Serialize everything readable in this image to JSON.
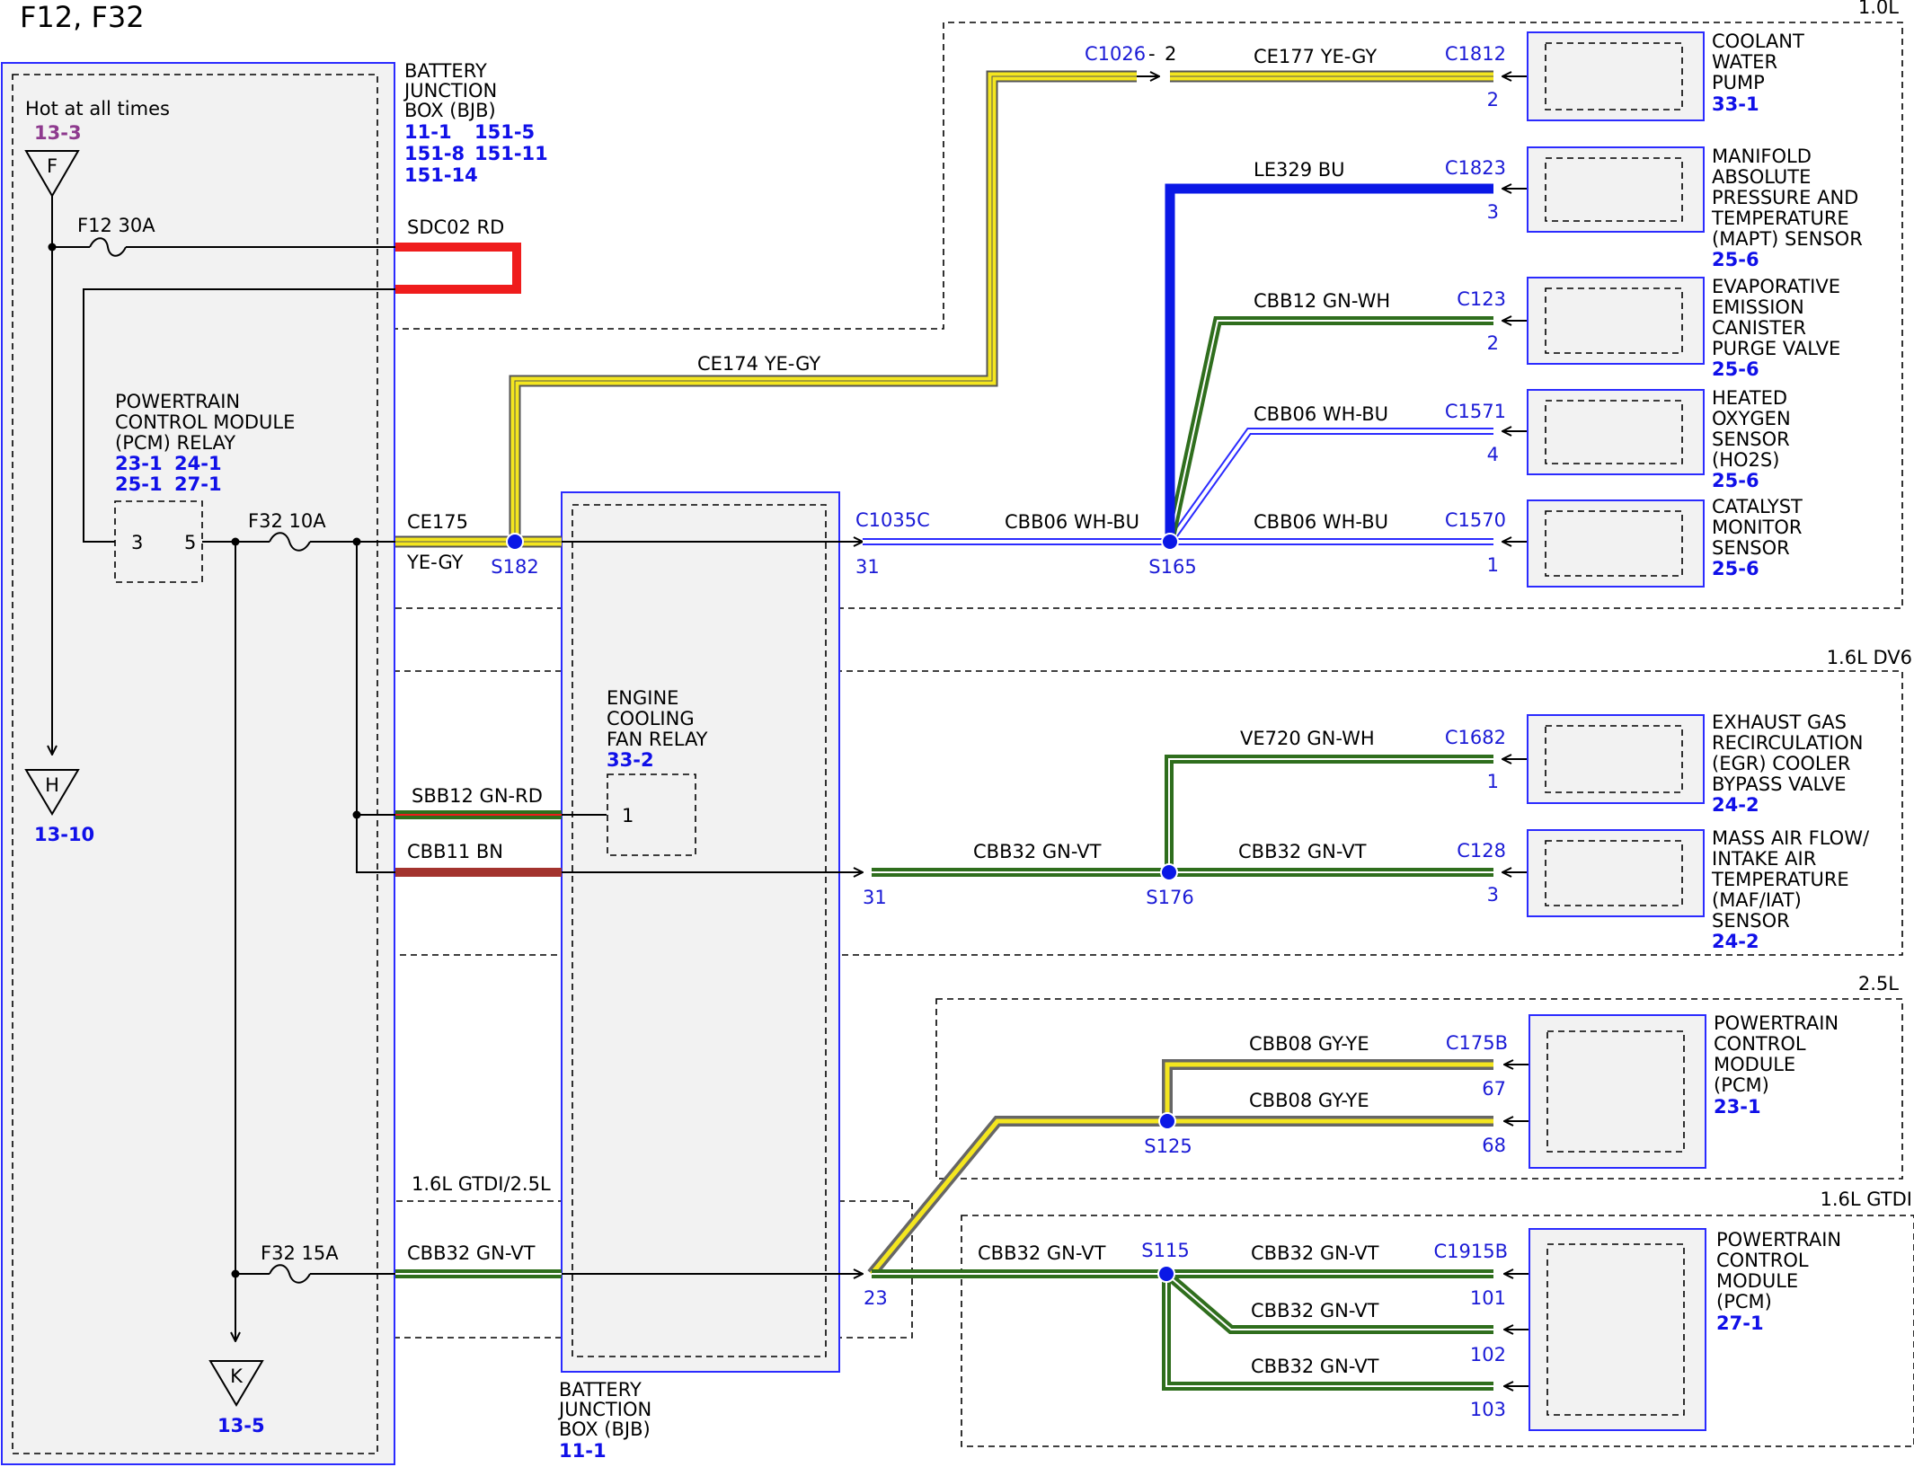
{
  "page_title": "F12, F32",
  "variants": {
    "v10": "1.0L",
    "v16dv6": "1.6L DV6",
    "v25": "2.5L",
    "v16gtdi": "1.6L GTDI",
    "v16gtdi25": "1.6L GTDI/2.5L"
  },
  "bjb_top": {
    "lines": [
      "BATTERY",
      "JUNCTION",
      "BOX (BJB)"
    ],
    "refs": [
      "11-1",
      "151-5",
      "151-8",
      "151-11",
      "151-14"
    ]
  },
  "bjb_bottom": {
    "lines": [
      "BATTERY",
      "JUNCTION",
      "BOX (BJB)"
    ],
    "ref": "11-1"
  },
  "hot": {
    "text": "Hot at all times",
    "ref": "13-3"
  },
  "terminals": {
    "f": {
      "letter": "F"
    },
    "h": {
      "letter": "H",
      "ref": "13-10"
    },
    "k": {
      "letter": "K",
      "ref": "13-5"
    }
  },
  "fuses": {
    "f12": "F12   30A",
    "f32a": "F32   10A",
    "f32b": "F32   15A"
  },
  "pcm_relay": {
    "lines": [
      "POWERTRAIN",
      "CONTROL MODULE",
      "(PCM) RELAY"
    ],
    "refs": [
      "23-1",
      "24-1",
      "25-1",
      "27-1"
    ],
    "pin_a": "3",
    "pin_b": "5"
  },
  "fan_relay": {
    "lines": [
      "ENGINE",
      "COOLING",
      "FAN RELAY"
    ],
    "ref": "33-2",
    "pin": "1"
  },
  "wires": {
    "sdc02": "SDC02   RD",
    "ce174": "CE174   YE-GY",
    "ce175_a": "CE175",
    "ce175_b": "YE-GY",
    "ce177": "CE177   YE-GY",
    "le329": "LE329   BU",
    "cbb12": "CBB12   GN-WH",
    "cbb06_a": "CBB06   WH-BU",
    "cbb06_b": "CBB06   WH-BU",
    "cbb06_c": "CBB06   WH-BU",
    "sbb12": "SBB12   GN-RD",
    "cbb11": "CBB11   BN",
    "ve720": "VE720   GN-WH",
    "cbb32_a": "CBB32   GN-VT",
    "cbb32_b": "CBB32   GN-VT",
    "cbb08_a": "CBB08   GY-YE",
    "cbb08_b": "CBB08   GY-YE",
    "cbb32_c": "CBB32   GN-VT",
    "cbb32_d": "CBB32   GN-VT",
    "cbb32_e": "CBB32   GN-VT",
    "cbb32_f": "CBB32   GN-VT",
    "cbb32_g": "CBB32   GN-VT"
  },
  "splices": {
    "s182": "S182",
    "s165": "S165",
    "s176": "S176",
    "s125": "S125",
    "s115": "S115"
  },
  "connectors": {
    "c1026": "C1026",
    "c1026_pin": "2",
    "c1035c": "C1035C",
    "c1035c_pin": "31",
    "dv6_pin": "31",
    "gtdi_pin": "23",
    "c1812": "C1812",
    "c1812_pin": "2",
    "c1823": "C1823",
    "c1823_pin": "3",
    "c123": "C123",
    "c123_pin": "2",
    "c1571": "C1571",
    "c1571_pin": "4",
    "c1570": "C1570",
    "c1570_pin": "1",
    "c1682": "C1682",
    "c1682_pin": "1",
    "c128": "C128",
    "c128_pin": "3",
    "c175b": "C175B",
    "c175b_pin1": "67",
    "c175b_pin2": "68",
    "c1915b": "C1915B",
    "c1915b_pin1": "101",
    "c1915b_pin2": "102",
    "c1915b_pin3": "103"
  },
  "components": [
    {
      "id": "coolant",
      "lines": [
        "COOLANT",
        "WATER",
        "PUMP"
      ],
      "ref": "33-1"
    },
    {
      "id": "mapt",
      "lines": [
        "MANIFOLD",
        "ABSOLUTE",
        "PRESSURE AND",
        "TEMPERATURE",
        "(MAPT) SENSOR"
      ],
      "ref": "25-6"
    },
    {
      "id": "evap",
      "lines": [
        "EVAPORATIVE",
        "EMISSION",
        "CANISTER",
        "PURGE VALVE"
      ],
      "ref": "25-6"
    },
    {
      "id": "ho2s",
      "lines": [
        "HEATED",
        "OXYGEN",
        "SENSOR",
        "(HO2S)"
      ],
      "ref": "25-6"
    },
    {
      "id": "cms",
      "lines": [
        "CATALYST",
        "MONITOR",
        "SENSOR"
      ],
      "ref": "25-6"
    },
    {
      "id": "egr",
      "lines": [
        "EXHAUST GAS",
        "RECIRCULATION",
        "(EGR) COOLER",
        "BYPASS VALVE"
      ],
      "ref": "24-2"
    },
    {
      "id": "maf",
      "lines": [
        "MASS AIR FLOW/",
        "INTAKE AIR",
        "TEMPERATURE",
        "(MAF/IAT)",
        "SENSOR"
      ],
      "ref": "24-2"
    },
    {
      "id": "pcm25",
      "lines": [
        "POWERTRAIN",
        "CONTROL",
        "MODULE",
        "(PCM)"
      ],
      "ref": "23-1"
    },
    {
      "id": "pcm16",
      "lines": [
        "POWERTRAIN",
        "CONTROL",
        "MODULE",
        "(PCM)"
      ],
      "ref": "27-1"
    }
  ],
  "colors": {
    "yellow": "#f4e61f",
    "blue": "#0a18e6",
    "green": "#2f6e1d",
    "red": "#ef1c1c",
    "brown": "#a3332e",
    "splice": "#0a18e6",
    "box_blue": "#2b2bff"
  }
}
